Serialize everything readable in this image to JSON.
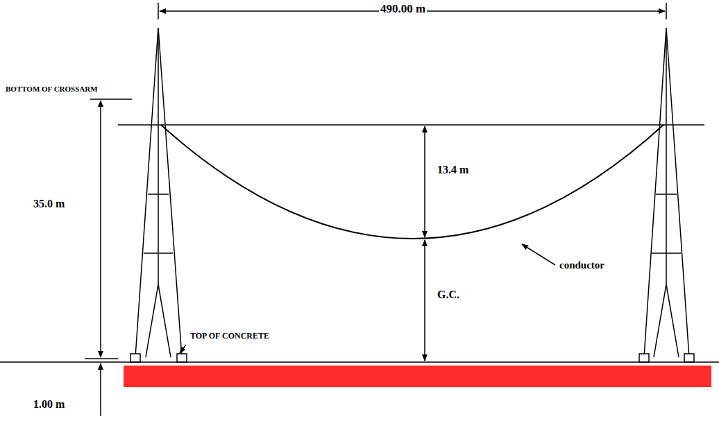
{
  "diagram": {
    "labels": [
      "490.00 m",
      "BOTTOM OF CROSSARM",
      "35.0 m",
      "13.4 m",
      "conductor",
      "G.C.",
      "TOP OF CONCRETE",
      "1.00 m"
    ]
  }
}
